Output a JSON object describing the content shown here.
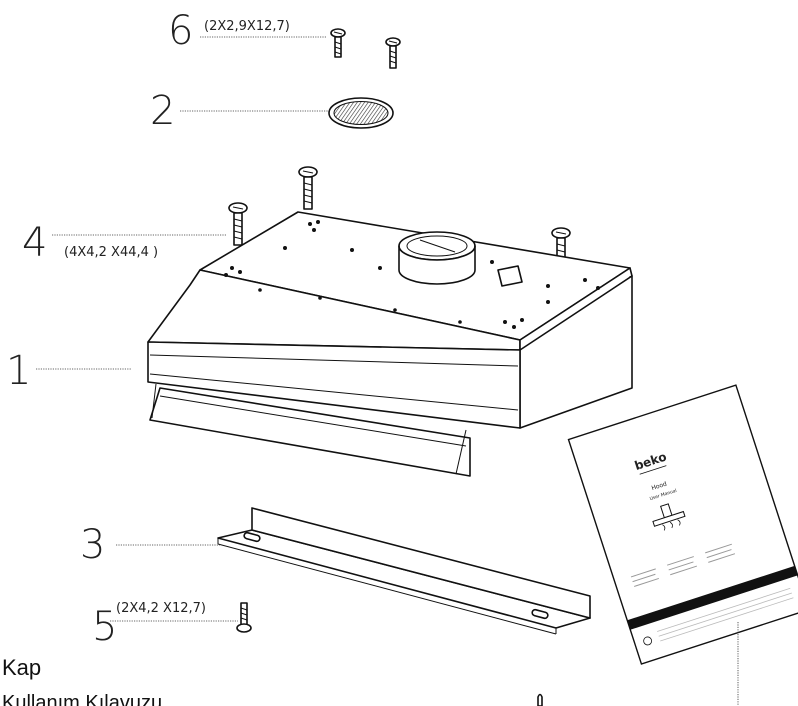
{
  "labels": {
    "part6": "6",
    "part2": "2",
    "part4": "4",
    "part1": "1",
    "part3": "3",
    "part5": "5"
  },
  "dimensions": {
    "screw6": "(2X2,9X12,7)",
    "screw4": "(4X4,2 X44,4 )",
    "screw5": "(2X4,2 X12,7)"
  },
  "manual": {
    "brand": "beko",
    "title": "Hood",
    "subtitle": "User Manual"
  },
  "caption": {
    "line1": "Kap",
    "line2": "Kullanım Kılavuzu"
  },
  "colors": {
    "ink": "#111111",
    "paper": "#ffffff"
  }
}
